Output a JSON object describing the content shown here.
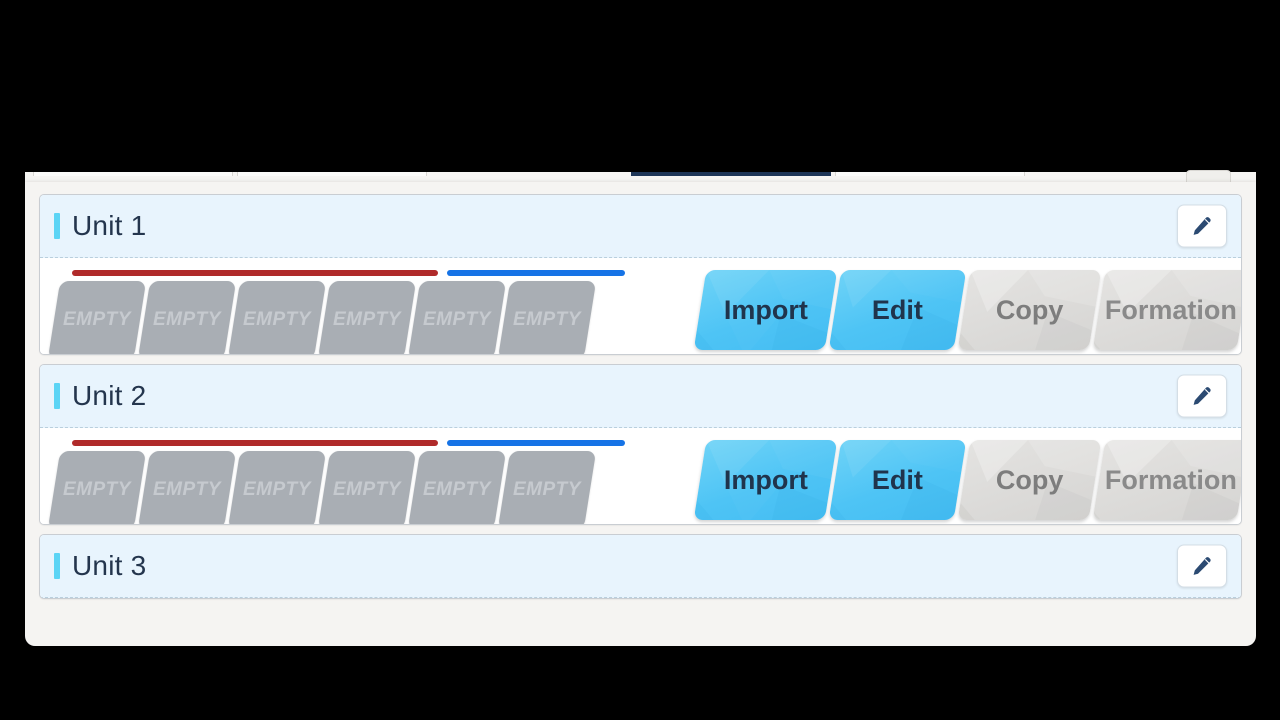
{
  "window": {
    "background_color": "#000000",
    "panel_background": "#f5f4f2"
  },
  "tabbar": {
    "active_tab_color": "#1d3557",
    "inactive_tab_color": "#fbfbfa",
    "tabs": [
      {
        "name": "tab-1",
        "active": false
      },
      {
        "name": "tab-2",
        "active": false
      },
      {
        "name": "tab-3",
        "active": true
      },
      {
        "name": "tab-4",
        "active": false
      }
    ],
    "corner_button": {
      "name": "top-right-button"
    }
  },
  "colors": {
    "accent_cyan": "#5bd4f5",
    "header_bg": "#e8f4fd",
    "title_text": "#24354d",
    "front_row_bar": "#b02a2a",
    "back_row_bar": "#1673e6",
    "slot_fill": "#a9aeb4",
    "slot_text": "#c6cacf",
    "primary_button": "#4ec4f5",
    "disabled_button": "#dcdbd9"
  },
  "slot_label": "EMPTY",
  "row_bars": {
    "front_label": "front-row",
    "back_label": "back-row"
  },
  "actions": [
    {
      "name": "import-button",
      "label": "Import",
      "state": "enabled",
      "width_class": "w-import"
    },
    {
      "name": "edit-button",
      "label": "Edit",
      "state": "enabled",
      "width_class": "w-edit"
    },
    {
      "name": "copy-button",
      "label": "Copy",
      "state": "disabled",
      "width_class": "w-copy"
    },
    {
      "name": "formation-button",
      "label": "Formation",
      "state": "disabled",
      "width_class": "w-formation"
    }
  ],
  "units": [
    {
      "id": "unit-1",
      "title": "Unit 1",
      "edit_icon": "pencil-icon",
      "slots": [
        "EMPTY",
        "EMPTY",
        "EMPTY",
        "EMPTY",
        "EMPTY",
        "EMPTY"
      ],
      "front_row_count": 4,
      "back_row_count": 2,
      "visible": "full"
    },
    {
      "id": "unit-2",
      "title": "Unit 2",
      "edit_icon": "pencil-icon",
      "slots": [
        "EMPTY",
        "EMPTY",
        "EMPTY",
        "EMPTY",
        "EMPTY",
        "EMPTY"
      ],
      "front_row_count": 4,
      "back_row_count": 2,
      "visible": "full"
    },
    {
      "id": "unit-3",
      "title": "Unit 3",
      "edit_icon": "pencil-icon",
      "slots": [],
      "front_row_count": 0,
      "back_row_count": 0,
      "visible": "header-only"
    }
  ],
  "unit1": {
    "title": "Unit 1",
    "slots": [
      {
        "label": "EMPTY"
      },
      {
        "label": "EMPTY"
      },
      {
        "label": "EMPTY"
      },
      {
        "label": "EMPTY"
      },
      {
        "label": "EMPTY"
      },
      {
        "label": "EMPTY"
      }
    ],
    "actions": [
      {
        "label": "Import"
      },
      {
        "label": "Edit"
      },
      {
        "label": "Copy"
      },
      {
        "label": "Formation"
      }
    ]
  },
  "unit2": {
    "title": "Unit 2",
    "slots": [
      {
        "label": "EMPTY"
      },
      {
        "label": "EMPTY"
      },
      {
        "label": "EMPTY"
      },
      {
        "label": "EMPTY"
      },
      {
        "label": "EMPTY"
      },
      {
        "label": "EMPTY"
      }
    ],
    "actions": [
      {
        "label": "Import"
      },
      {
        "label": "Edit"
      },
      {
        "label": "Copy"
      },
      {
        "label": "Formation"
      }
    ]
  },
  "unit3": {
    "title": "Unit 3"
  }
}
